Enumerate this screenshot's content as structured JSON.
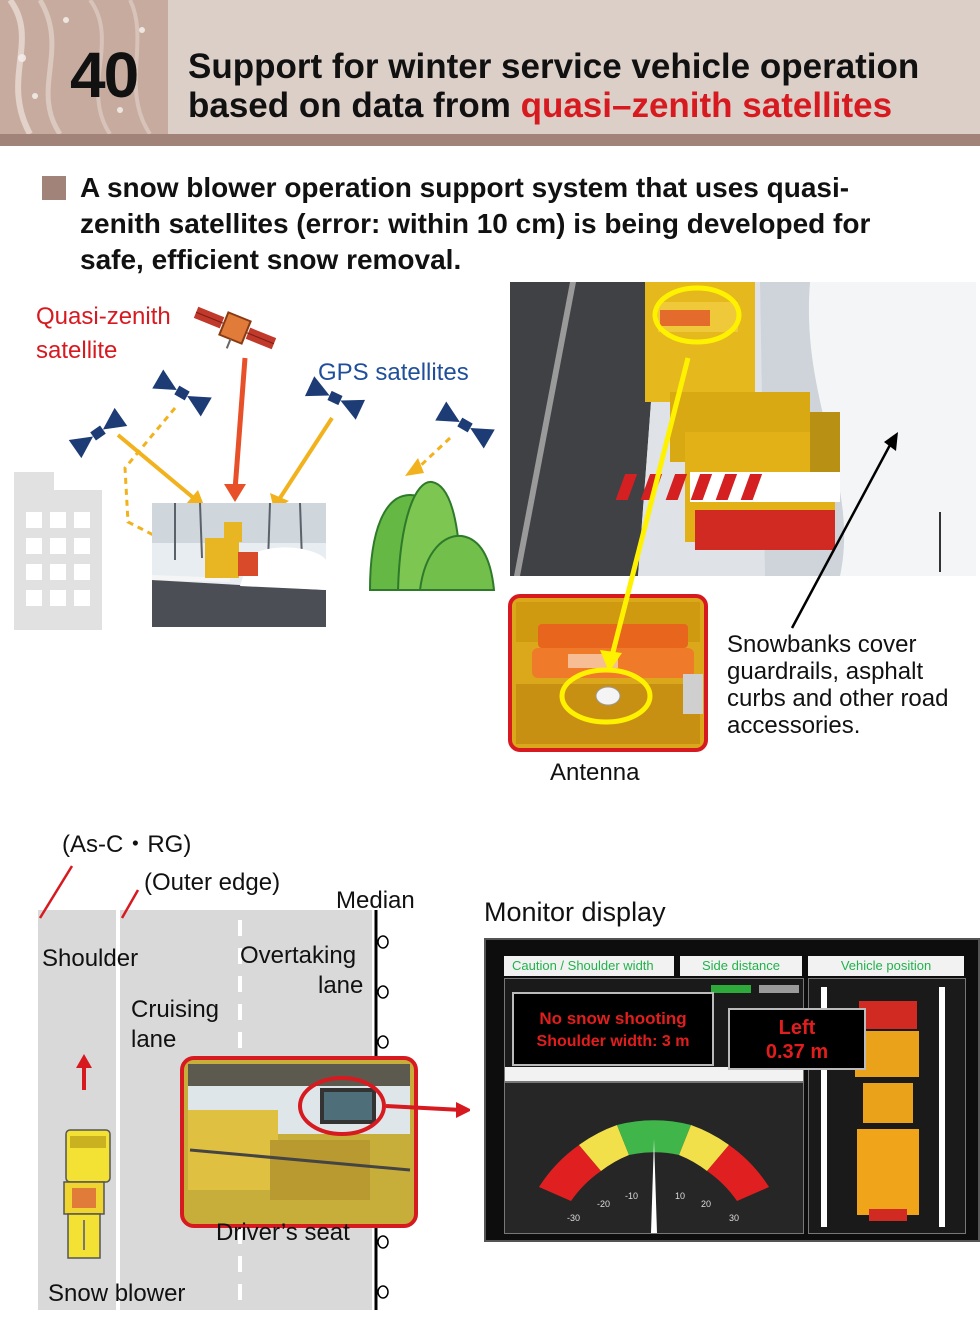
{
  "header": {
    "number": "40",
    "title_line1": "Support for winter service vehicle operation",
    "title_line2_prefix": "based on data from ",
    "title_line2_highlight": "quasi–zenith satellites"
  },
  "lead": {
    "lines": [
      "A snow blower operation support system that uses quasi-",
      "zenith satellites (error: within 10 cm) is being developed for",
      "safe, efficient snow removal."
    ]
  },
  "satellite_diagram": {
    "qzs_label_line1": "Quasi-zenith",
    "qzs_label_line2": "satellite",
    "gps_label": "GPS satellites"
  },
  "photos": {
    "snowbank_note": [
      "Snowbanks cover",
      "guardrails, asphalt",
      "curbs and other road",
      "accessories."
    ],
    "antenna_caption": "Antenna"
  },
  "road_diagram": {
    "as_c_rg": "(As-C・RG)",
    "outer_edge": "(Outer edge)",
    "median": "Median",
    "shoulder": "Shoulder",
    "cruising_lane_line1": "Cruising",
    "cruising_lane_line2": "lane",
    "overtaking_lane_line1": "Overtaking",
    "overtaking_lane_line2": "lane",
    "drivers_seat": "Driver’s seat",
    "snow_blower": "Snow blower"
  },
  "monitor": {
    "title": "Monitor display",
    "tabs": [
      "Caution / Shoulder width",
      "Side distance",
      "Vehicle position"
    ],
    "alert_line1": "No snow shooting",
    "alert_line2": "Shoulder width: 3 m",
    "side_line1": "Left",
    "side_line2": "0.37 m",
    "gauge_ticks": [
      "-30",
      "-20",
      "-10",
      "10",
      "20",
      "30"
    ],
    "colors": {
      "red": "#e02020",
      "yellow": "#f2e04a",
      "green": "#3fb54a",
      "tab_text": "#22b24c"
    }
  }
}
